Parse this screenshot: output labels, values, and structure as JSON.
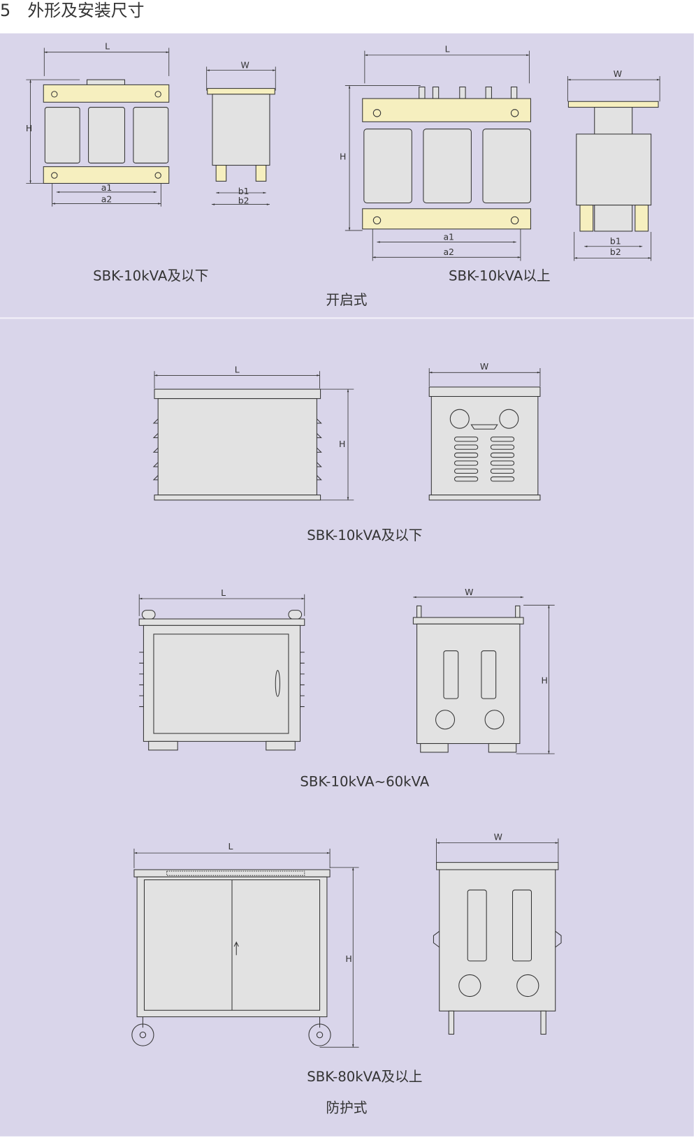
{
  "heading": {
    "number": "5",
    "title": "外形及安装尺寸"
  },
  "colors": {
    "panel": "#d9d5ea",
    "body": "#e2e2e2",
    "frame": "#f6efbf"
  },
  "open_type": {
    "section_label": "开启式",
    "small": {
      "caption": "SBK-10kVA及以下",
      "L": "L",
      "W": "W",
      "H": "H",
      "a1": "a1",
      "a2": "a2",
      "b1": "b1",
      "b2": "b2"
    },
    "large": {
      "caption": "SBK-10kVA以上",
      "L": "L",
      "W": "W",
      "H": "H",
      "a1": "a1",
      "a2": "a2",
      "b1": "b1",
      "b2": "b2"
    }
  },
  "protective_type": {
    "section_label": "防护式",
    "small": {
      "caption": "SBK-10kVA及以下",
      "L": "L",
      "W": "W",
      "H": "H"
    },
    "medium": {
      "caption": "SBK-10kVA~60kVA",
      "L": "L",
      "W": "W",
      "H": "H"
    },
    "large": {
      "caption": "SBK-80kVA及以上",
      "L": "L",
      "W": "W",
      "H": "H"
    }
  }
}
